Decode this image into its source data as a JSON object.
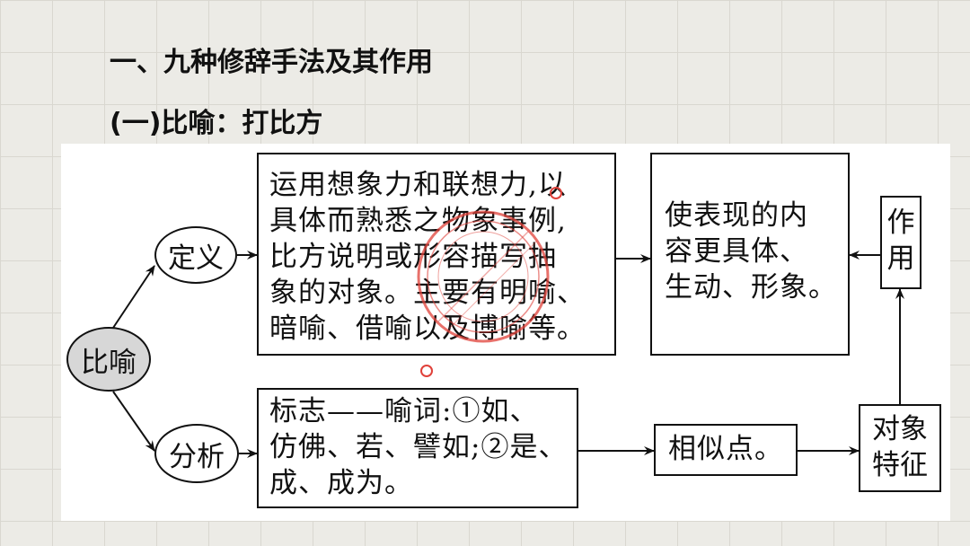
{
  "heading": "一、九种修辞手法及其作用",
  "subheading": "(一)比喻：打比方",
  "diagram": {
    "root": "比喻",
    "branch_definition": "定义",
    "branch_analysis": "分析",
    "definition_lines": [
      "运用想象力和联想力,以",
      "具体而熟悉之物象事例,",
      "比方说明或形容描写抽",
      "象的对象。主要有明喻、",
      "暗喻、借喻以及博喻等。"
    ],
    "effect_lines": [
      "使表现的内",
      "容更具体、",
      "生动、形象。"
    ],
    "marker_lines": [
      "标志——喻词:①如、",
      "仿佛、若、譬如;②是、",
      "成、成为。"
    ],
    "similarity": "相似点。",
    "feature_lines": [
      "对象",
      "特征"
    ],
    "function_lines": [
      "作",
      "用"
    ]
  },
  "colors": {
    "stamp": "#e0413a",
    "root_fill": "#d7d7d7",
    "background": "#ecebe6"
  }
}
